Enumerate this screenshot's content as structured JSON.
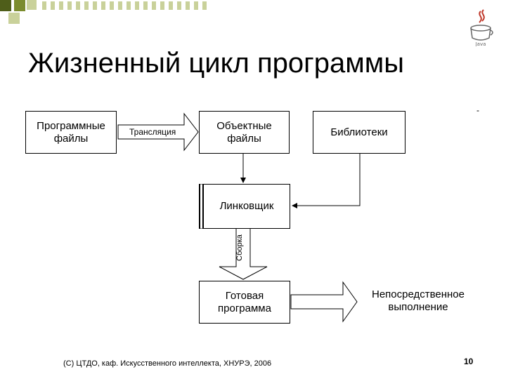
{
  "slide": {
    "title": "Жизненный цикл программы",
    "footer": "(С) ЦТДО, каф. Искусственного интеллекта, ХНУРЭ, 2006",
    "page_number": "10",
    "dash": "-"
  },
  "diagram": {
    "nodes": {
      "program_files": "Программные\nфайлы",
      "object_files": "Объектные\nфайлы",
      "libraries": "Библиотеки",
      "linker": "Линковщик",
      "ready_program": "Готовая\nпрограмма",
      "execution": "Непосредственное\nвыполнение"
    },
    "edges": {
      "translation": "Трансляция",
      "assembly": "Сборка"
    }
  },
  "colors": {
    "accent_dark": "#4f5e1a",
    "accent_mid": "#7b8c2e",
    "accent_light": "#c9d19a",
    "line": "#000000"
  }
}
